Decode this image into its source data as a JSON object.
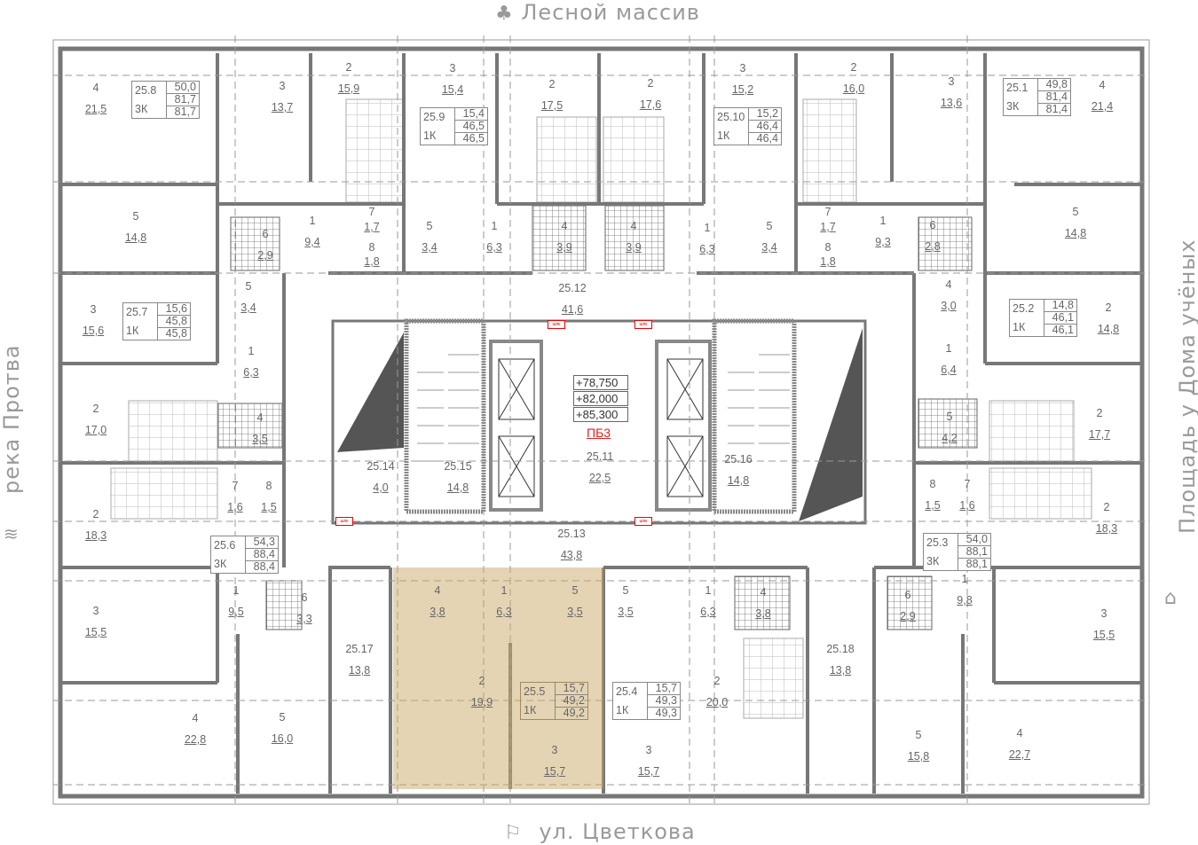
{
  "orientation": {
    "north": {
      "label": "Лесной массив",
      "icon": "tree-icon"
    },
    "south": {
      "label": "ул. Цветкова",
      "icon": "signpost-icon"
    },
    "west": {
      "label": "река Протва",
      "icon": "water-waves-icon"
    },
    "east": {
      "label": "Площадь у Дома учёных",
      "icon": "building-tree-icon"
    }
  },
  "rooms": [
    {
      "n": "4",
      "a": "21,5"
    },
    {
      "n": "3",
      "a": "13,7"
    },
    {
      "n": "2",
      "a": "15,9"
    },
    {
      "n": "5",
      "a": "14,8"
    },
    {
      "n": "6",
      "a": "2,9"
    },
    {
      "n": "1",
      "a": "9,4"
    },
    {
      "n": "7",
      "a": "1,7"
    },
    {
      "n": "8",
      "a": "1,8"
    },
    {
      "n": "3",
      "a": "15,4"
    },
    {
      "n": "2",
      "a": "17,5"
    },
    {
      "n": "5",
      "a": "3,4"
    },
    {
      "n": "1",
      "a": "6,3"
    },
    {
      "n": "4",
      "a": "3,9"
    },
    {
      "n": "2",
      "a": "17,6"
    },
    {
      "n": "4",
      "a": "3,9"
    },
    {
      "n": "1",
      "a": "6,3"
    },
    {
      "n": "3",
      "a": "15,2"
    },
    {
      "n": "5",
      "a": "3,4"
    },
    {
      "n": "2",
      "a": "16,0"
    },
    {
      "n": "7",
      "a": "1,7"
    },
    {
      "n": "8",
      "a": "1,8"
    },
    {
      "n": "1",
      "a": "9,3"
    },
    {
      "n": "3",
      "a": "13,6"
    },
    {
      "n": "6",
      "a": "2,8"
    },
    {
      "n": "5",
      "a": "14,8"
    },
    {
      "n": "4",
      "a": "21,4"
    },
    {
      "n": "3",
      "a": "15,6"
    },
    {
      "n": "5",
      "a": "3,4"
    },
    {
      "n": "1",
      "a": "6,3"
    },
    {
      "n": "2",
      "a": "17,0"
    },
    {
      "n": "4",
      "a": "3,5"
    },
    {
      "n": "2",
      "a": "18,3"
    },
    {
      "n": "7",
      "a": "1,6"
    },
    {
      "n": "8",
      "a": "1,5"
    },
    {
      "n": "4",
      "a": "3,0"
    },
    {
      "n": "1",
      "a": "6,4"
    },
    {
      "n": "2",
      "a": "14,8"
    },
    {
      "n": "5",
      "a": "4,2"
    },
    {
      "n": "2",
      "a": "17,7"
    },
    {
      "n": "8",
      "a": "1,5"
    },
    {
      "n": "7",
      "a": "1,6"
    },
    {
      "n": "2",
      "a": "18,3"
    },
    {
      "n": "1",
      "a": "9,5"
    },
    {
      "n": "6",
      "a": "3,3"
    },
    {
      "n": "3",
      "a": "15,5"
    },
    {
      "n": "4",
      "a": "22,8"
    },
    {
      "n": "5",
      "a": "16,0"
    },
    {
      "n": "4",
      "a": "3,8"
    },
    {
      "n": "1",
      "a": "6,3"
    },
    {
      "n": "5",
      "a": "3,5"
    },
    {
      "n": "2",
      "a": "19,9"
    },
    {
      "n": "3",
      "a": "15,7"
    },
    {
      "n": "5",
      "a": "3,5"
    },
    {
      "n": "1",
      "a": "6,3"
    },
    {
      "n": "4",
      "a": "3,8"
    },
    {
      "n": "2",
      "a": "20,0"
    },
    {
      "n": "3",
      "a": "15,7"
    },
    {
      "n": "6",
      "a": "2,9"
    },
    {
      "n": "1",
      "a": "9,8"
    },
    {
      "n": "3",
      "a": "15,5"
    },
    {
      "n": "5",
      "a": "15,8"
    },
    {
      "n": "4",
      "a": "22,7"
    },
    {
      "n": "25.12",
      "a": "41,6"
    },
    {
      "n": "25.14",
      "a": "4,0"
    },
    {
      "n": "25.15",
      "a": "14,8"
    },
    {
      "n": "25.11",
      "a": "22,5"
    },
    {
      "n": "25.13",
      "a": "43,8"
    },
    {
      "n": "25.16",
      "a": "14,8"
    },
    {
      "n": "25.17",
      "a": "13,8"
    },
    {
      "n": "25.18",
      "a": "13,8"
    }
  ],
  "apartments": [
    {
      "id": "25.8",
      "type": "3К",
      "areas": [
        "50,0",
        "81,7",
        "81,7"
      ]
    },
    {
      "id": "25.9",
      "type": "1К",
      "areas": [
        "15,4",
        "46,5",
        "46,5"
      ]
    },
    {
      "id": "25.10",
      "type": "1К",
      "areas": [
        "15,2",
        "46,4",
        "46,4"
      ]
    },
    {
      "id": "25.1",
      "type": "3К",
      "areas": [
        "49,8",
        "81,4",
        "81,4"
      ]
    },
    {
      "id": "25.7",
      "type": "1К",
      "areas": [
        "15,6",
        "45,8",
        "45,8"
      ]
    },
    {
      "id": "25.2",
      "type": "1К",
      "areas": [
        "14,8",
        "46,1",
        "46,1"
      ]
    },
    {
      "id": "25.6",
      "type": "3К",
      "areas": [
        "54,3",
        "88,4",
        "88,4"
      ]
    },
    {
      "id": "25.3",
      "type": "3К",
      "areas": [
        "54,0",
        "88,1",
        "88,1"
      ]
    },
    {
      "id": "25.5",
      "type": "1К",
      "areas": [
        "15,7",
        "49,2",
        "49,2"
      ]
    },
    {
      "id": "25.4",
      "type": "1К",
      "areas": [
        "15,7",
        "49,3",
        "49,3"
      ]
    }
  ],
  "highlighted_apartment": "25.5",
  "highlight_color": "#c9a96a",
  "elevation_marks": [
    "+78,750",
    "+82,000",
    "+85,300"
  ],
  "fire_section_label": "ПБ3",
  "fire_section_color": "#e32222",
  "cabinet_label": "шпк"
}
